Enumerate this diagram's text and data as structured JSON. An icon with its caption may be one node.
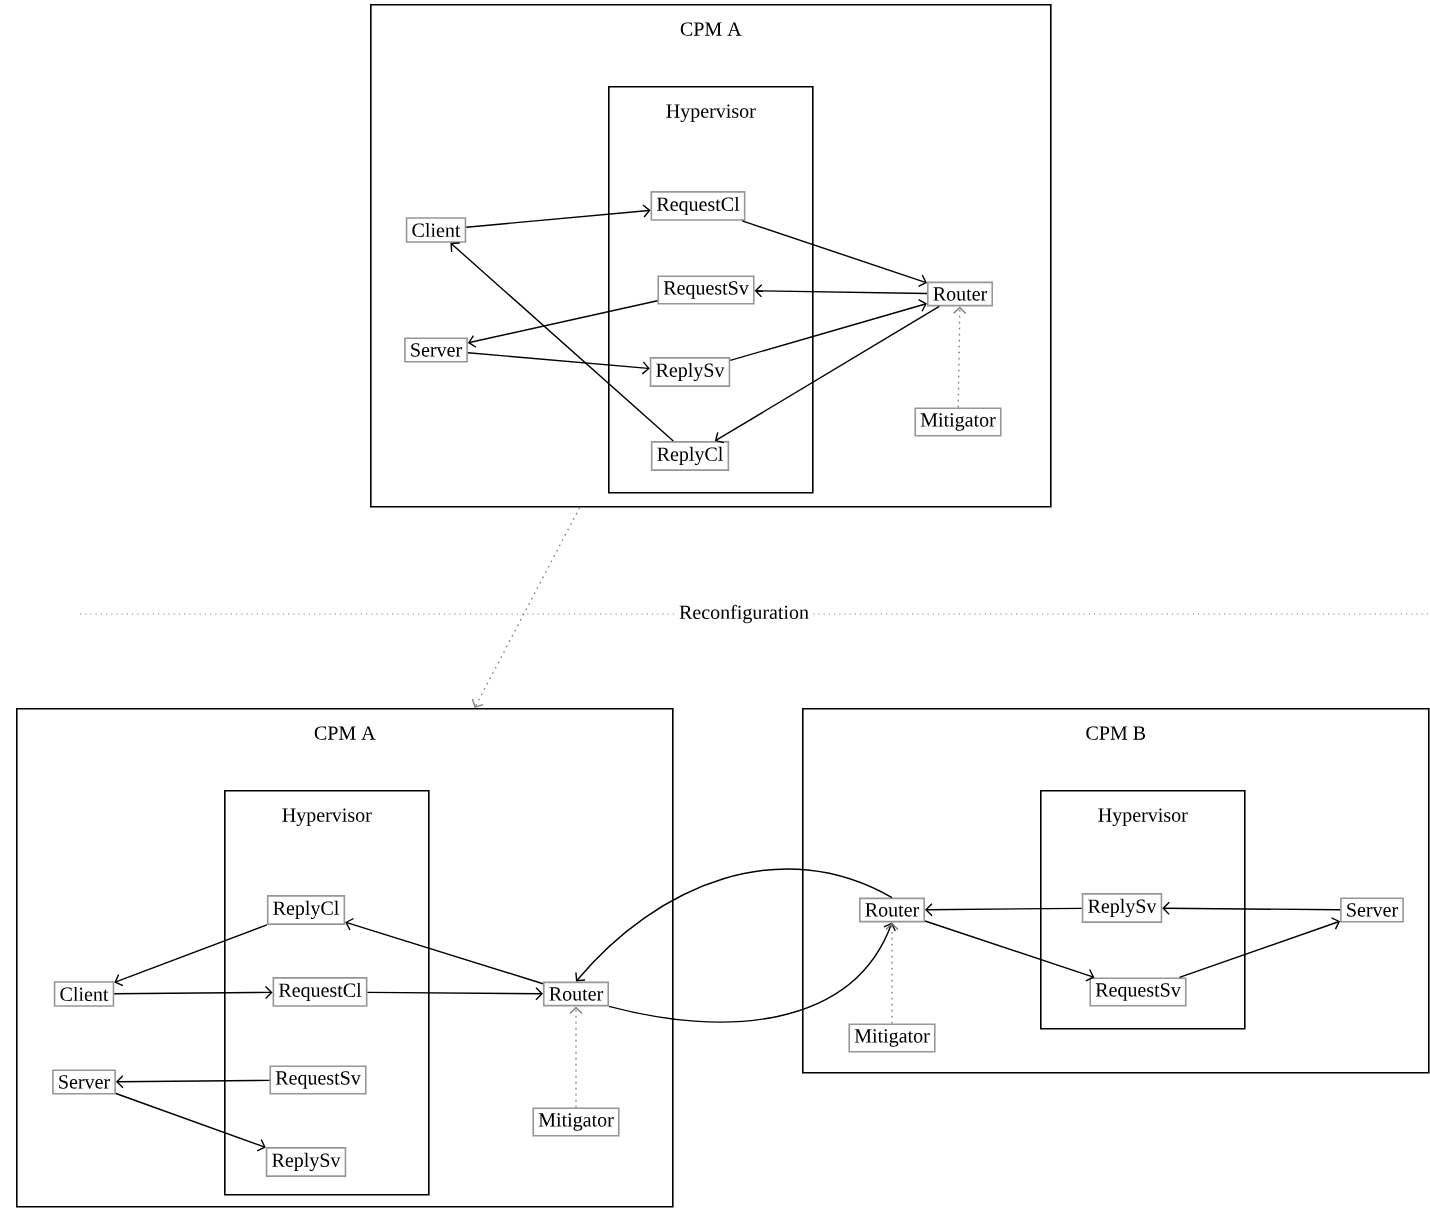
{
  "diagram": {
    "nodes": [
      {
        "text": [
          "CPM A"
        ]
      },
      {
        "text": [
          "Hypervisor"
        ],
        "in": 0
      },
      {
        "text": [
          "Client"
        ],
        "in": 0
      },
      {
        "text": [
          "Server"
        ],
        "in": 0
      },
      {
        "text": [
          "RequestCl"
        ],
        "in": 1
      },
      {
        "text": [
          "RequestSv"
        ],
        "in": 1
      },
      {
        "text": [
          "ReplySv"
        ],
        "in": 1
      },
      {
        "text": [
          "ReplyCl"
        ],
        "in": 1
      },
      {
        "text": [
          "Router"
        ],
        "in": 0
      },
      {
        "text": [
          "Mitigator"
        ],
        "in": 0
      },
      {
        "text": [
          "CPM A"
        ]
      },
      {
        "text": [
          "Hypervisor"
        ],
        "in": 10
      },
      {
        "text": [
          "ReplyCl"
        ],
        "in": 11
      },
      {
        "text": [
          "Client"
        ],
        "in": 10
      },
      {
        "text": [
          "RequestCl"
        ],
        "in": 11
      },
      {
        "text": [
          "Server"
        ],
        "in": 10
      },
      {
        "text": [
          "RequestSv"
        ],
        "in": 11
      },
      {
        "text": [
          "ReplySv"
        ],
        "in": 11
      },
      {
        "text": [
          "Router"
        ],
        "in": 10
      },
      {
        "text": [
          "Mitigator"
        ],
        "in": 10
      },
      {
        "text": [
          "CPM B"
        ]
      },
      {
        "text": [
          "Hypervisor"
        ],
        "in": 20
      },
      {
        "text": [
          "Router"
        ],
        "in": 20
      },
      {
        "text": [
          "ReplySv"
        ],
        "in": 21
      },
      {
        "text": [
          "RequestSv"
        ],
        "in": 21
      },
      {
        "text": [
          "Server"
        ],
        "in": 20
      },
      {
        "text": [
          "Mitigator"
        ],
        "in": 20
      }
    ],
    "edges": [
      {
        "from": 2,
        "to": 4,
        "arrow": "to"
      },
      {
        "from": 4,
        "to": 8,
        "arrow": "to"
      },
      {
        "from": 8,
        "to": 5,
        "arrow": "to"
      },
      {
        "from": 5,
        "to": 3,
        "arrow": "to"
      },
      {
        "from": 3,
        "to": 6,
        "arrow": "to"
      },
      {
        "from": 6,
        "to": 8,
        "arrow": "to"
      },
      {
        "from": 8,
        "to": 7,
        "arrow": "to"
      },
      {
        "from": 7,
        "to": 2,
        "arrow": "to"
      },
      {
        "from": 9,
        "to": 8,
        "arrow": "to",
        "style": "dashed",
        "color": "#808080"
      },
      {
        "from": 0,
        "to": 10,
        "arrow": "to",
        "style": "dashed",
        "color": "#808080"
      },
      {
        "from": 12,
        "to": 13,
        "arrow": "to"
      },
      {
        "from": 13,
        "to": 14,
        "arrow": "to"
      },
      {
        "from": 14,
        "to": 18,
        "arrow": "to"
      },
      {
        "from": 18,
        "to": 12,
        "arrow": "to"
      },
      {
        "from": 16,
        "to": 15,
        "arrow": "to"
      },
      {
        "from": 15,
        "to": 17,
        "arrow": "to"
      },
      {
        "from": 19,
        "to": 18,
        "arrow": "to",
        "style": "dashed",
        "color": "#808080"
      },
      {
        "from": 22,
        "to": 18,
        "arrow": "to"
      },
      {
        "from": 18,
        "to": 22,
        "arrow": "to"
      },
      {
        "from": 23,
        "to": 22,
        "arrow": "to"
      },
      {
        "from": 25,
        "to": 23,
        "arrow": "to"
      },
      {
        "from": 22,
        "to": 24,
        "arrow": "to"
      },
      {
        "from": 24,
        "to": 25,
        "arrow": "to"
      },
      {
        "from": 26,
        "to": 22,
        "arrow": "to",
        "style": "dashed",
        "color": "#808080"
      }
    ],
    "labels": [
      "Reconfiguration"
    ]
  }
}
